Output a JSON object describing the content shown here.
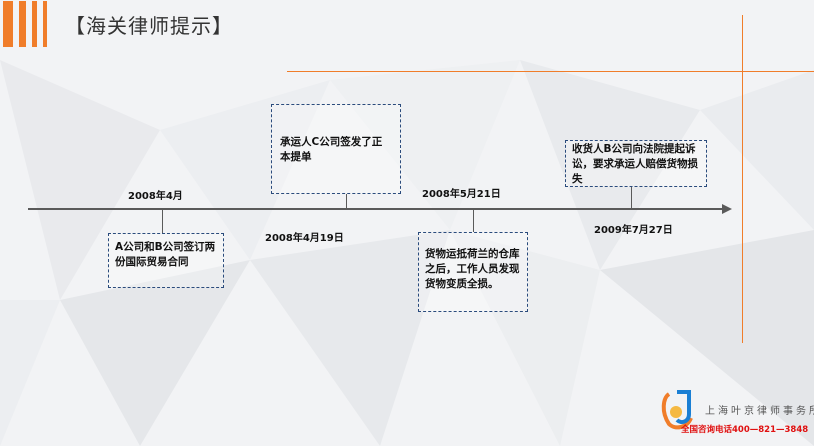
{
  "header": {
    "title": "【海关律师提示】"
  },
  "timeline": {
    "events": [
      {
        "date": "2008年4月",
        "text": "A公司和B公司签订两份国际贸易合同"
      },
      {
        "date": "2008年4月19日",
        "text": "承运人C公司签发了正本提单"
      },
      {
        "date": "2008年5月21日",
        "text": "货物运抵荷兰的仓库之后，工作人员发现货物变质全损。"
      },
      {
        "date": "2009年7月27日",
        "text": "收货人B公司向法院提起诉讼，要求承运人赔偿货物损失"
      }
    ]
  },
  "footer": {
    "firm_name": "上海叶京律师事务所",
    "hotline": "全国咨询电话400—821—3848"
  },
  "colors": {
    "accent": "#f07d2a",
    "box_border": "#2a4b7c",
    "hotline": "#e01010"
  }
}
